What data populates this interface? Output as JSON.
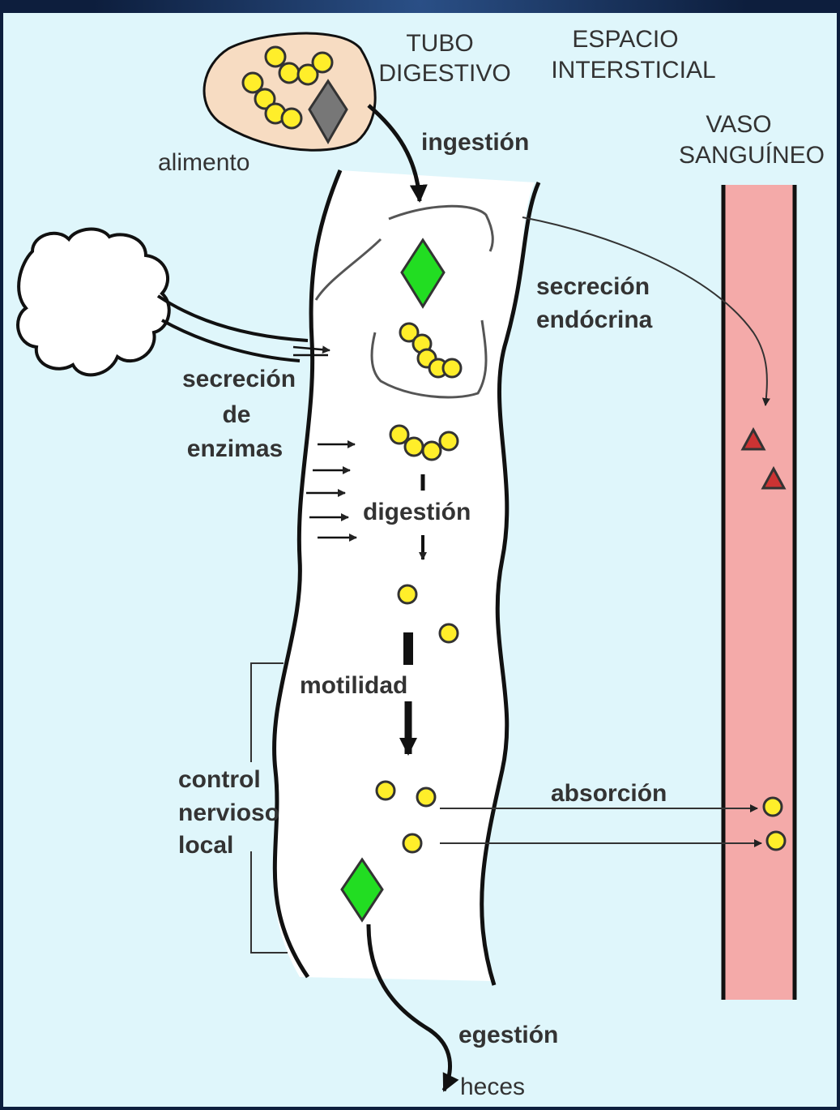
{
  "labels": {
    "tubo_line1": "TUBO",
    "tubo_line2": "DIGESTIVO",
    "espacio_line1": "ESPACIO",
    "espacio_line2": "INTERSTICIAL",
    "vaso_line1": "VASO",
    "vaso_line2": "SANGUÍNEO",
    "alimento": "alimento",
    "ingestion": "ingestión",
    "secrecion_endocrina_line1": "secreción",
    "secrecion_endocrina_line2": "endócrina",
    "secrecion_enzimas_line1": "secreción",
    "secrecion_enzimas_line2": "de",
    "secrecion_enzimas_line3": "enzimas",
    "digestion": "digestión",
    "motilidad": "motilidad",
    "control_line1": "control",
    "control_line2": "nervioso",
    "control_line3": "local",
    "absorcion": "absorción",
    "egestion": "egestión",
    "heces": "heces"
  },
  "colors": {
    "panel_background": "#dff6fb",
    "tube_fill": "#ffffff",
    "food_fill": "#f7dcc2",
    "nutrient_yellow": "#ffee2a",
    "diamond_green": "#22dd22",
    "diamond_gray": "#777777",
    "vessel_pink": "#f4aaa9",
    "hormone_red": "#cc3333",
    "text": "#333333"
  }
}
